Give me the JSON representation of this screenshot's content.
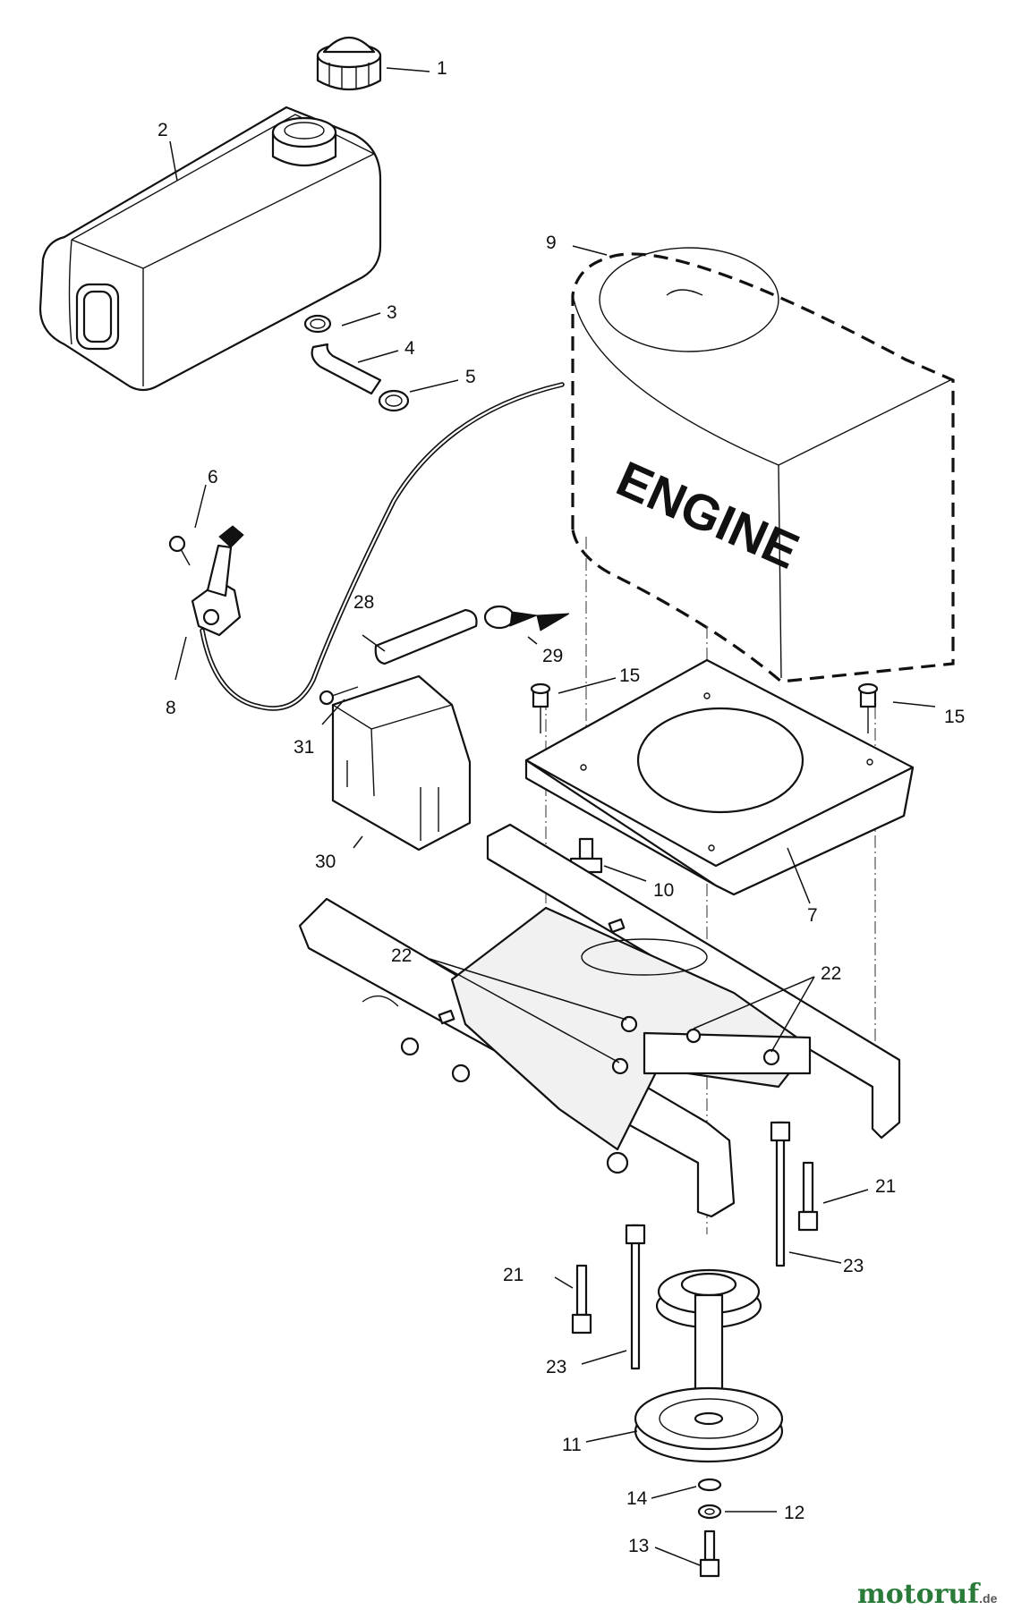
{
  "diagram": {
    "engine_label": "ENGINE",
    "callouts": [
      {
        "id": "c1",
        "text": "1"
      },
      {
        "id": "c2",
        "text": "2"
      },
      {
        "id": "c3",
        "text": "3"
      },
      {
        "id": "c4",
        "text": "4"
      },
      {
        "id": "c5",
        "text": "5"
      },
      {
        "id": "c6",
        "text": "6"
      },
      {
        "id": "c7",
        "text": "7"
      },
      {
        "id": "c8",
        "text": "8"
      },
      {
        "id": "c9",
        "text": "9"
      },
      {
        "id": "c10",
        "text": "10"
      },
      {
        "id": "c11",
        "text": "11"
      },
      {
        "id": "c12",
        "text": "12"
      },
      {
        "id": "c13",
        "text": "13"
      },
      {
        "id": "c14",
        "text": "14"
      },
      {
        "id": "c15a",
        "text": "15"
      },
      {
        "id": "c15b",
        "text": "15"
      },
      {
        "id": "c21a",
        "text": "21"
      },
      {
        "id": "c21b",
        "text": "21"
      },
      {
        "id": "c22a",
        "text": "22"
      },
      {
        "id": "c22b",
        "text": "22"
      },
      {
        "id": "c23a",
        "text": "23"
      },
      {
        "id": "c23b",
        "text": "23"
      },
      {
        "id": "c28",
        "text": "28"
      },
      {
        "id": "c29",
        "text": "29"
      },
      {
        "id": "c30",
        "text": "30"
      },
      {
        "id": "c31",
        "text": "31"
      }
    ]
  },
  "watermark": {
    "brand": "motoruf",
    "suffix": ".de",
    "colors": {
      "m": "#1e7a3a",
      "o1": "#e0a800",
      "t": "#e0a800",
      "o2": "#1e7a3a",
      "r": "#e0a800",
      "u": "#1e7a3a",
      "f": "#e0a800"
    }
  }
}
